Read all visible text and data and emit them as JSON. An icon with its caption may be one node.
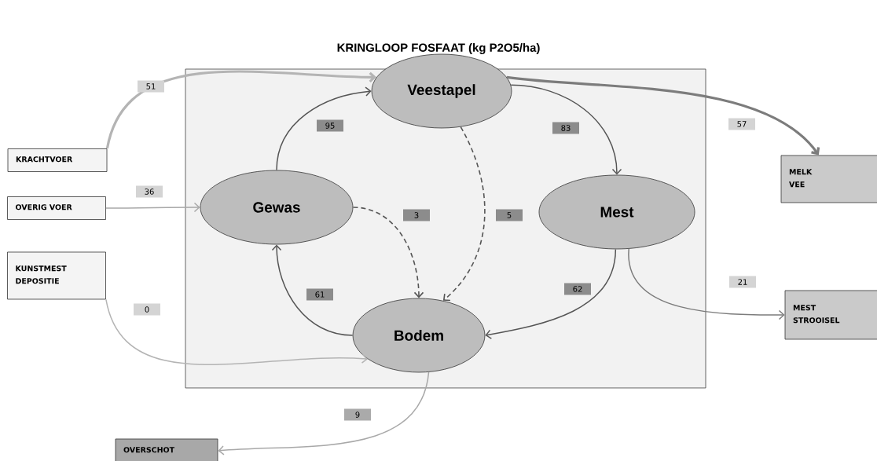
{
  "diagram": {
    "title": "KRINGLOOP FOSFAAT (kg P2O5/ha)",
    "nodes": [
      {
        "text": [
          "Veestapel"
        ]
      },
      {
        "text": [
          "Gewas"
        ]
      },
      {
        "text": [
          "Mest"
        ]
      },
      {
        "text": [
          "Bodem"
        ]
      },
      {
        "text": [
          "KRACHTVOER"
        ]
      },
      {
        "text": [
          "OVERIG VOER"
        ]
      },
      {
        "text": [
          "KUNSTMEST",
          "DEPOSITIE"
        ]
      },
      {
        "text": [
          "MELK",
          "VEE"
        ]
      },
      {
        "text": [
          "MEST",
          "STROOISEL"
        ]
      },
      {
        "text": [
          "OVERSCHOT"
        ]
      }
    ],
    "edges": [
      {
        "from": 4,
        "to": 0,
        "arrow": "to",
        "label": "51",
        "style": "thick",
        "color": "#b4b4b4"
      },
      {
        "from": 5,
        "to": 1,
        "arrow": "to",
        "label": "36",
        "color": "#a8a8a8"
      },
      {
        "from": 6,
        "to": 3,
        "arrow": "to",
        "label": "0",
        "color": "#b4b4b4"
      },
      {
        "from": 0,
        "to": 7,
        "arrow": "to",
        "label": "57",
        "style": "thick",
        "color": "#7c7c7c"
      },
      {
        "from": 2,
        "to": 8,
        "arrow": "to",
        "label": "21",
        "color": "#7c7c7c"
      },
      {
        "from": 3,
        "to": 9,
        "arrow": "to",
        "label": "9",
        "color": "#a8a8a8"
      },
      {
        "from": 1,
        "to": 0,
        "arrow": "to",
        "label": "95"
      },
      {
        "from": 0,
        "to": 2,
        "arrow": "to",
        "label": "83"
      },
      {
        "from": 2,
        "to": 3,
        "arrow": "to",
        "label": "62"
      },
      {
        "from": 3,
        "to": 1,
        "arrow": "to",
        "label": "61"
      },
      {
        "from": 1,
        "to": 3,
        "arrow": "to",
        "label": "3",
        "style": "dashed"
      },
      {
        "from": 0,
        "to": 3,
        "arrow": "to",
        "label": "5",
        "style": "dashed"
      }
    ]
  }
}
